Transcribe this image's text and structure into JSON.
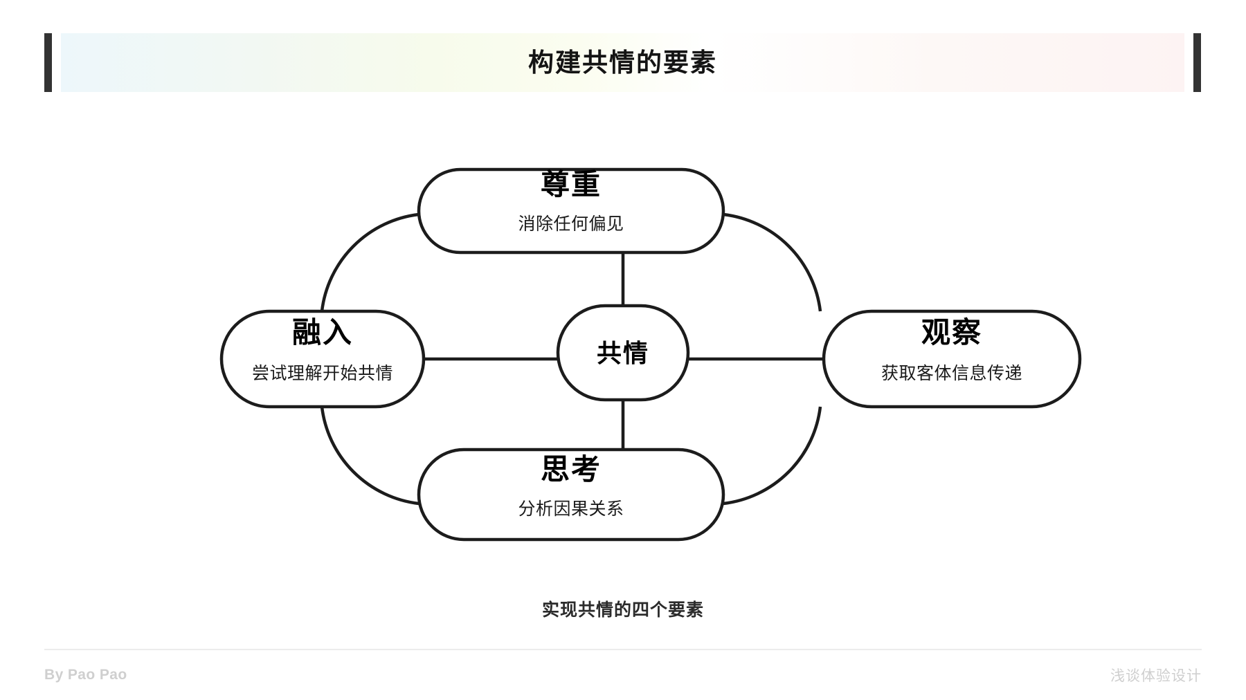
{
  "header": {
    "title": "构建共情的要素",
    "accent_bar_color": "#333333",
    "gradient_from": "#edf7fb",
    "gradient_mid": "#f7fbec",
    "gradient_to": "#fdf3f3"
  },
  "diagram": {
    "type": "hub-and-spoke",
    "stroke_color": "#1c1c1c",
    "center": {
      "label": "共情",
      "subtitle": ""
    },
    "nodes": [
      {
        "id": "top",
        "label": "尊重",
        "subtitle": "消除任何偏见",
        "position": "top"
      },
      {
        "id": "right",
        "label": "观察",
        "subtitle": "获取客体信息传递",
        "position": "right"
      },
      {
        "id": "bottom",
        "label": "思考",
        "subtitle": "分析因果关系",
        "position": "bottom"
      },
      {
        "id": "left",
        "label": "融入",
        "subtitle": "尝试理解开始共情",
        "position": "left"
      }
    ],
    "connections": [
      {
        "from": "center",
        "to": "top",
        "style": "straight"
      },
      {
        "from": "center",
        "to": "right",
        "style": "straight"
      },
      {
        "from": "center",
        "to": "bottom",
        "style": "straight"
      },
      {
        "from": "center",
        "to": "left",
        "style": "straight"
      },
      {
        "from": "top",
        "to": "left",
        "style": "arc"
      },
      {
        "from": "top",
        "to": "right",
        "style": "arc"
      },
      {
        "from": "bottom",
        "to": "left",
        "style": "arc"
      },
      {
        "from": "bottom",
        "to": "right",
        "style": "arc"
      }
    ]
  },
  "caption": "实现共情的四个要素",
  "footer": {
    "left": "By Pao Pao",
    "right": "浅谈体验设计",
    "text_color": "#cfcfcf"
  }
}
